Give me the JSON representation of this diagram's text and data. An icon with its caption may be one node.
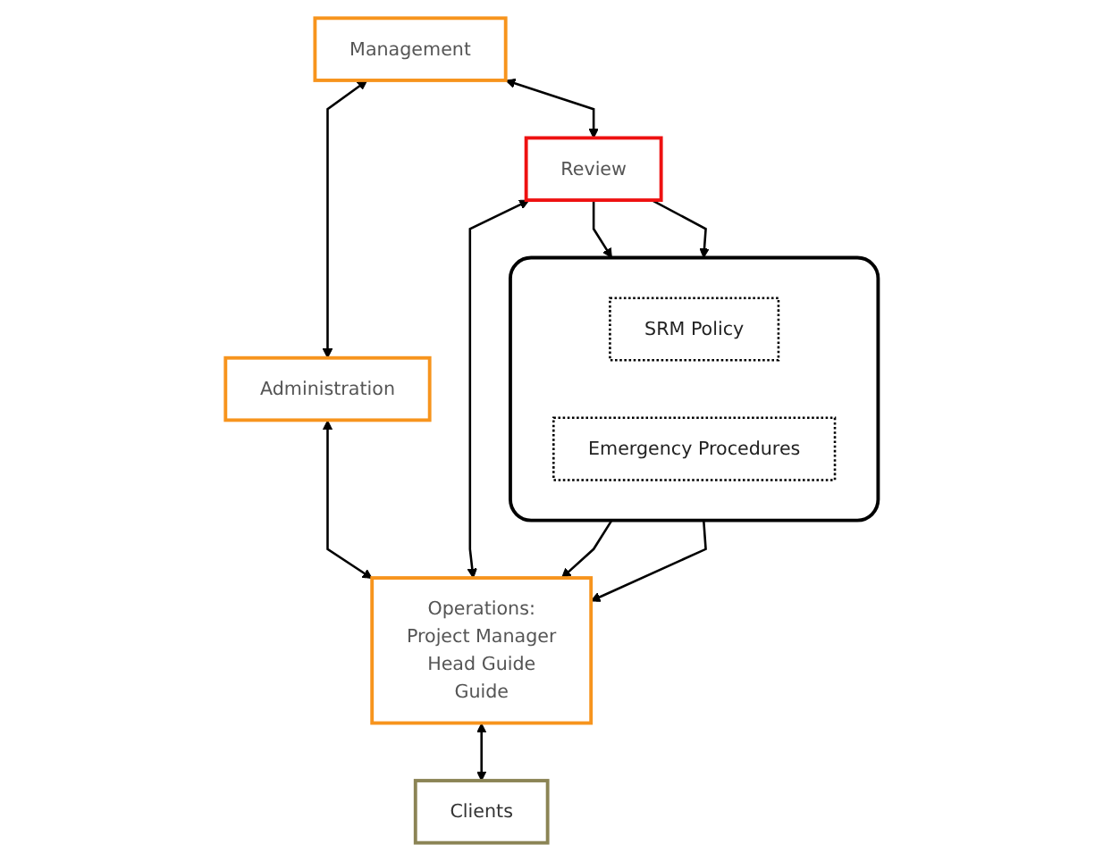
{
  "diagram": {
    "nodes": [
      {
        "text": [
          "Management"
        ]
      },
      {
        "text": [
          "Administration"
        ]
      },
      {
        "text": [],
        "shape": "box"
      },
      {
        "text": [
          "SRM Policy"
        ],
        "in": 2
      },
      {
        "text": [
          "Emergency Procedures"
        ],
        "in": 2
      },
      {
        "text": [
          "Review"
        ]
      },
      {
        "text": [
          "Operations:",
          "Project Manager",
          "Head Guide",
          "Guide"
        ]
      },
      {
        "text": [
          "Clients"
        ]
      }
    ],
    "edges": [
      {
        "from": 0,
        "to": 1,
        "arrow": "both"
      },
      {
        "from": 0,
        "to": 5,
        "arrow": "both"
      },
      {
        "from": 5,
        "to": 2,
        "arrow": "to"
      },
      {
        "from": 5,
        "to": 2,
        "arrow": "to"
      },
      {
        "from": 2,
        "to": 6,
        "arrow": "to"
      },
      {
        "from": 2,
        "to": 6,
        "arrow": "to"
      },
      {
        "from": 1,
        "to": 6,
        "arrow": "both"
      },
      {
        "from": 5,
        "to": 6,
        "arrow": "both"
      },
      {
        "from": 6,
        "to": 7,
        "arrow": "both"
      }
    ]
  }
}
